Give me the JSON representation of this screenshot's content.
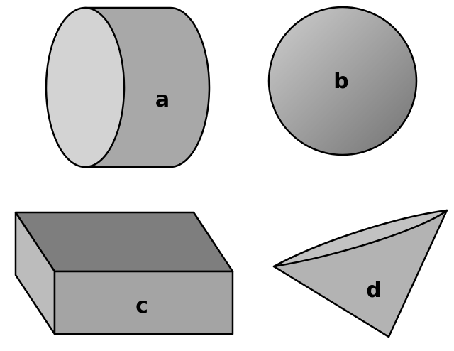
{
  "shapes": [
    {
      "name": "cylinder",
      "label": "a"
    },
    {
      "name": "sphere",
      "label": "b"
    },
    {
      "name": "rectangular-prism",
      "label": "c"
    },
    {
      "name": "cone",
      "label": "d"
    }
  ],
  "colors": {
    "background": "#ffffff",
    "outline": "#000000",
    "face_light": "#d4d4d4",
    "face_mid": "#a6a6a6",
    "face_dark": "#7d7d7d",
    "sphere_light": "#c9c9c9",
    "sphere_dark": "#777777"
  }
}
